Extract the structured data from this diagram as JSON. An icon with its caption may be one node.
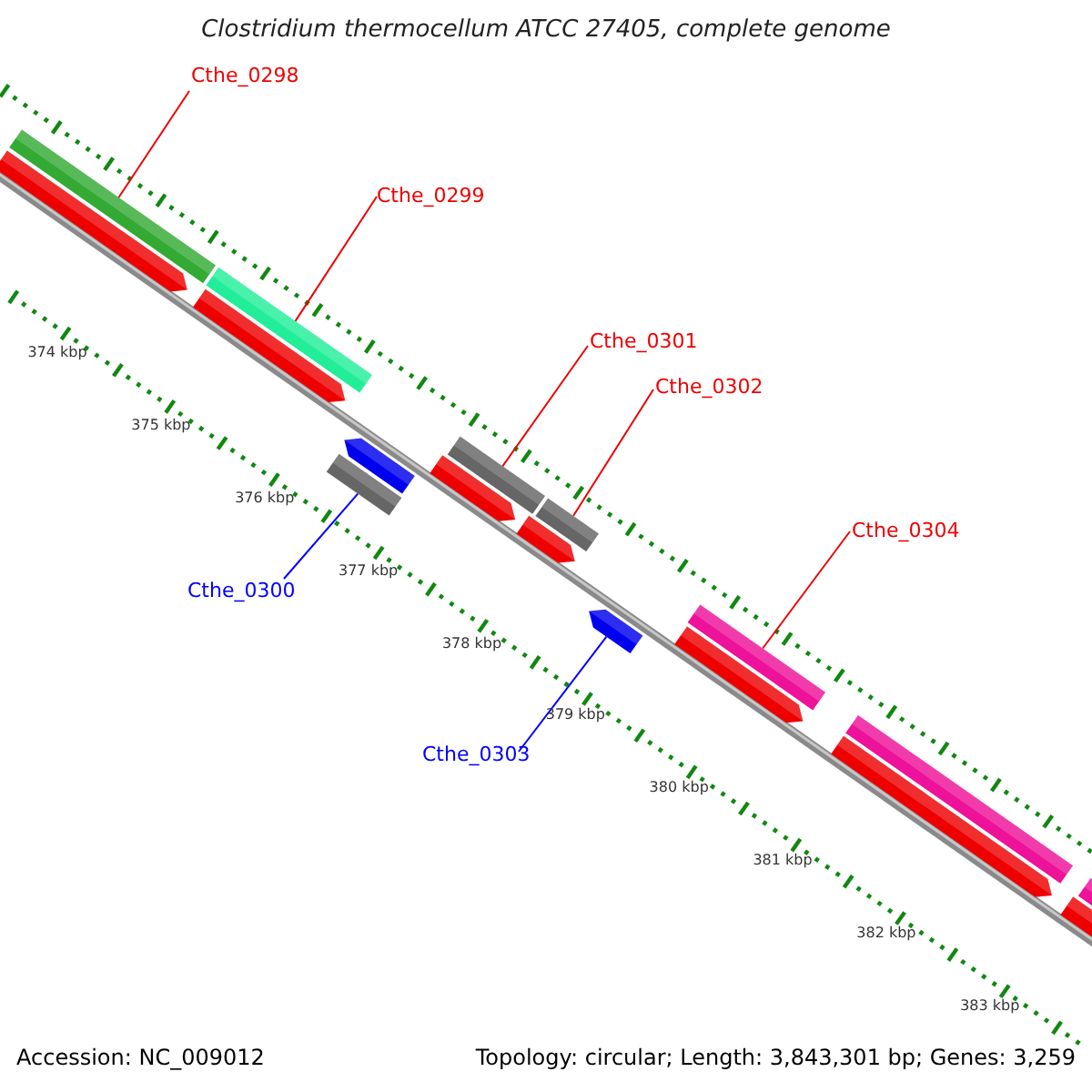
{
  "diagram": {
    "title": "Clostridium thermocellum ATCC 27405, complete genome",
    "nodes": [
      {
        "text": [
          "Cthe_0298"
        ]
      },
      {
        "text": [
          "Cthe_0299"
        ]
      },
      {
        "text": [
          "Cthe_0301"
        ]
      },
      {
        "text": [
          "Cthe_0302"
        ]
      },
      {
        "text": [
          "Cthe_0304"
        ]
      },
      {
        "text": [
          "Cthe_0300"
        ]
      },
      {
        "text": [
          "Cthe_0303"
        ]
      },
      {
        "text": [],
        "shape": "bar"
      },
      {
        "text": [],
        "shape": "bar"
      },
      {
        "text": [],
        "shape": "bar"
      },
      {
        "text": [],
        "shape": "bar"
      },
      {
        "text": [],
        "shape": "bar"
      },
      {
        "text": [],
        "shape": "bar"
      },
      {
        "text": [],
        "shape": "bar"
      }
    ],
    "edges": [
      {
        "from": 0,
        "to": 7,
        "arrow": "none"
      },
      {
        "from": 1,
        "to": 8,
        "arrow": "none"
      },
      {
        "from": 2,
        "to": 10,
        "arrow": "none"
      },
      {
        "from": 3,
        "to": 11,
        "arrow": "none"
      },
      {
        "from": 4,
        "to": 13,
        "arrow": "none"
      },
      {
        "from": 5,
        "to": 9,
        "arrow": "none",
        "color": "#0000ff"
      },
      {
        "from": 6,
        "to": 12,
        "arrow": "none",
        "color": "#0000ff"
      }
    ],
    "labels": [
      "374 kbp",
      "375 kbp",
      "376 kbp",
      "377 kbp",
      "378 kbp",
      "379 kbp",
      "380 kbp",
      "381 kbp",
      "382 kbp",
      "383 kbp",
      "Accession: NC_009012",
      "Topology: circular; Length: 3,843,301 bp; Genes: 3,259"
    ]
  }
}
